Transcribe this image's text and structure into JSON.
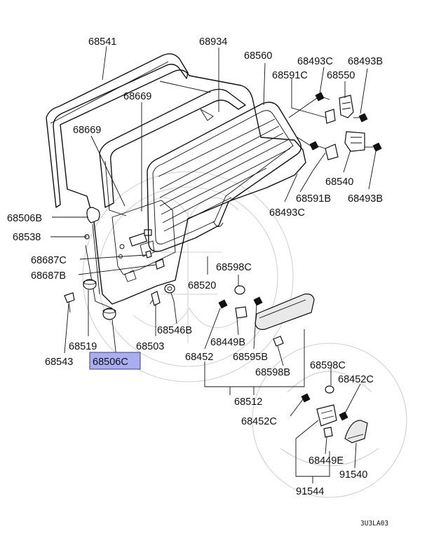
{
  "diagram_code": "3U3LA03",
  "highlighted_part": "68506C",
  "labels": {
    "p68541": "68541",
    "p68934": "68934",
    "p68560": "68560",
    "p68493C_top": "68493C",
    "p68493B_top": "68493B",
    "p68591C": "68591C",
    "p68550": "68550",
    "p68669_a": "68669",
    "p68669_b": "68669",
    "p68540": "68540",
    "p68591B": "68591B",
    "p68493B_mid": "68493B",
    "p68506B": "68506B",
    "p68538": "68538",
    "p68493C_mid": "68493C",
    "p68687C": "68687C",
    "p68687B": "68687B",
    "p68598C_a": "68598C",
    "p68520": "68520",
    "p68546B": "68546B",
    "p68449B": "68449B",
    "p68519": "68519",
    "p68503": "68503",
    "p68543": "68543",
    "p68506C": "68506C",
    "p68452": "68452",
    "p68595B": "68595B",
    "p68598B": "68598B",
    "p68598C_b": "68598C",
    "p68452C_a": "68452C",
    "p68512": "68512",
    "p68452C_b": "68452C",
    "p68449E": "68449E",
    "p91540": "91540",
    "p91544": "91544"
  }
}
